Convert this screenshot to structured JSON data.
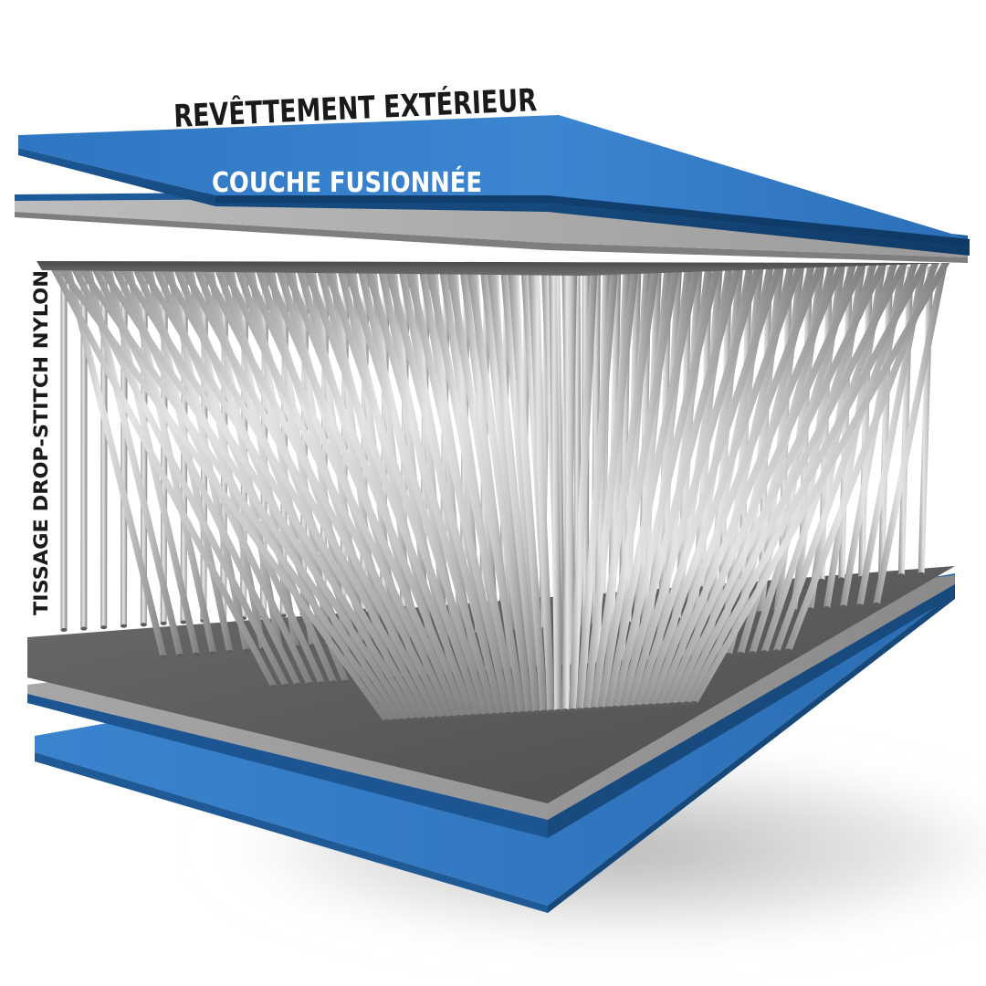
{
  "labels": {
    "outer_coating": "REVÊTTEMENT EXTÉRIEUR",
    "fused_layer": "COUCHE FUSIONNÉE",
    "drop_stitch": "TISSAGE DROP-STITCH NYLON"
  },
  "colors": {
    "blue_light": "#3a84cf",
    "blue_dark": "#12426f",
    "gray_light": "#cdcdcd",
    "gray_mid": "#8f8f8f",
    "gray_dark": "#595959",
    "label_dark": "#1a1a1a",
    "label_light": "#ffffff"
  }
}
